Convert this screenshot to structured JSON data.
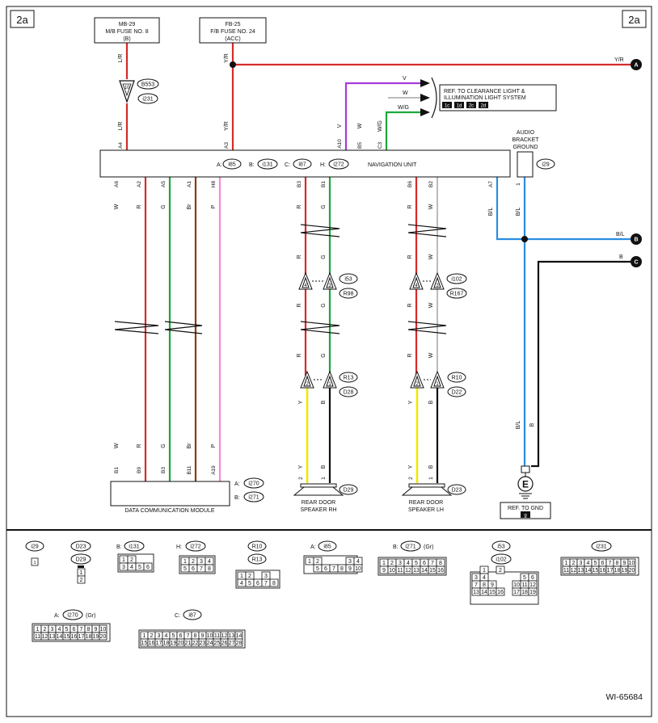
{
  "page_tag": "2a",
  "figure_id": "WI-65684",
  "colors": {
    "red": "#d62a2a",
    "purple": "#a63ad8",
    "green": "#1aa83a",
    "brown": "#8a3b12",
    "pink": "#f08ae0",
    "blue": "#2a8de0",
    "yellow": "#f2e600",
    "black": "#111111"
  },
  "fuses": {
    "mb29": {
      "line1": "MB-29",
      "line2": "M/B FUSE NO. 8",
      "line3": "(B)"
    },
    "fb25": {
      "line1": "FB-25",
      "line2": "F/B FUSE NO. 24",
      "line3": "(ACC)"
    }
  },
  "nav_unit": {
    "label": "NAVIGATION UNIT",
    "pre_a": "A:",
    "con_a": "i85",
    "pre_b": "B:",
    "con_b": "i131",
    "pre_c": "C:",
    "con_c": "i87",
    "pre_h": "H:",
    "con_h": "i272"
  },
  "ref_clearance": {
    "line1": "REF. TO CLEARANCE LIGHT &",
    "line2": "ILLUMINATION LIGHT SYSTEM",
    "tags": [
      "1c",
      "1d",
      "2c",
      "2d"
    ]
  },
  "audio_ground": {
    "line1": "AUDIO",
    "line2": "BRACKET",
    "line3": "GROUND",
    "con": "i29",
    "pin": "1"
  },
  "dcm": {
    "label": "DATA COMMUNICATION MODULE",
    "pre_a": "A:",
    "con_a": "i270",
    "pre_b": "B:",
    "con_b": "i271"
  },
  "speaker_rh": {
    "line1": "REAR DOOR",
    "line2": "SPEAKER RH",
    "con": "D29"
  },
  "speaker_lh": {
    "line1": "REAR DOOR",
    "line2": "SPEAKER LH",
    "con": "D23"
  },
  "ref_gnd": {
    "label": "REF. TO GND",
    "tag": "g",
    "symbol": "E"
  },
  "connector_refs": {
    "b553": "B553",
    "i231": "i231",
    "i53": "i53",
    "r98": "R98",
    "i102": "i102",
    "r167": "R167",
    "r13": "R13",
    "d28": "D28",
    "r10": "R10",
    "d22": "D22"
  },
  "offpage": {
    "a": "A",
    "b": "B",
    "c": "C"
  },
  "wire_labels": {
    "lr_top": "L/R",
    "lr_bot": "L/R",
    "yr_top": "Y/R",
    "yr_bot": "Y/R",
    "yr_a": "Y/R",
    "v_h": "V",
    "w_h": "W",
    "wg_h": "W/G",
    "v_v": "V",
    "w_v": "W",
    "wg_v": "W/G",
    "bl_a7": "B/L",
    "bl_1": "B/L",
    "bl_b": "B/L",
    "b_c": "B",
    "bl_low": "B/L",
    "b_low": "B"
  },
  "pins": {
    "a4": "A4",
    "a3": "A3",
    "a10": "A10",
    "b5": "B5",
    "c3": "C3",
    "a6": "A6",
    "a2": "A2",
    "a5": "A5",
    "a1": "A1",
    "h8": "H8",
    "b3": "B3",
    "b1": "B1",
    "b6": "B6",
    "b2": "B2",
    "a7": "A7",
    "dcm_b1": "B1",
    "dcm_b9": "B9",
    "dcm_b3": "B3",
    "dcm_b11": "B11",
    "dcm_a19": "A19",
    "fuse_10": "10",
    "p4": "4",
    "p3": "3",
    "p2": "2",
    "p1": "1"
  },
  "col_labels": {
    "c1": [
      "W",
      "R",
      "G",
      "Br",
      "P"
    ],
    "rh": [
      "R",
      "G"
    ],
    "rh_sp": [
      "Y",
      "B"
    ],
    "lh": [
      "R",
      "W"
    ],
    "lh_sp": [
      "Y",
      "B"
    ]
  },
  "legend": {
    "i29": "i29",
    "d23": "D23",
    "d29": "D29",
    "i131_pre": "B:",
    "i131": "i131",
    "i272_pre": "H:",
    "i272": "i272",
    "r10": "R10",
    "r13": "R13",
    "i85_pre": "A:",
    "i85": "i85",
    "i271_pre": "B:",
    "i271": "i271",
    "i271_suf": "(Gr)",
    "i53": "i53",
    "i102": "i102",
    "i231": "i231",
    "i270_pre": "A:",
    "i270": "i270",
    "i270_suf": "(Gr)",
    "i87_pre": "C:",
    "i87": "i87",
    "pins_i29": [
      "1"
    ],
    "pins_d2329": [
      "1",
      "2"
    ],
    "pins_i131": [
      "1",
      "2",
      "3",
      "4",
      "5",
      "6"
    ],
    "pins_i272": [
      "1",
      "2",
      "3",
      "4",
      "5",
      "6",
      "7",
      "8"
    ],
    "pins_r10": [
      "1",
      "2",
      "3",
      "4",
      "5",
      "6",
      "7",
      "8"
    ],
    "pins_i85": [
      "1",
      "2",
      "3",
      "4",
      "5",
      "6",
      "7",
      "8",
      "9",
      "10"
    ],
    "pins_i271": [
      "1",
      "2",
      "3",
      "4",
      "5",
      "6",
      "7",
      "8",
      "9",
      "10",
      "11",
      "12",
      "13",
      "14",
      "15",
      "16"
    ],
    "pins_i53": [
      "1",
      "2",
      "3",
      "4",
      "5",
      "6",
      "7",
      "8",
      "9",
      "10",
      "11",
      "12",
      "13",
      "14",
      "15",
      "16",
      "17",
      "18",
      "19"
    ],
    "pins_i231": [
      "1",
      "2",
      "3",
      "4",
      "5",
      "6",
      "7",
      "8",
      "9",
      "10",
      "11",
      "12",
      "13",
      "14",
      "15",
      "16",
      "17",
      "18",
      "19",
      "20"
    ],
    "pins_i270": [
      "1",
      "2",
      "3",
      "4",
      "5",
      "6",
      "7",
      "8",
      "9",
      "10",
      "11",
      "12",
      "13",
      "14",
      "15",
      "16",
      "17",
      "18",
      "19",
      "20"
    ],
    "pins_i87": [
      "1",
      "2",
      "3",
      "4",
      "5",
      "6",
      "7",
      "8",
      "9",
      "10",
      "11",
      "12",
      "13",
      "14",
      "15",
      "16",
      "17",
      "18",
      "19",
      "20",
      "21",
      "22",
      "23",
      "24",
      "25",
      "26",
      "27",
      "28"
    ]
  }
}
